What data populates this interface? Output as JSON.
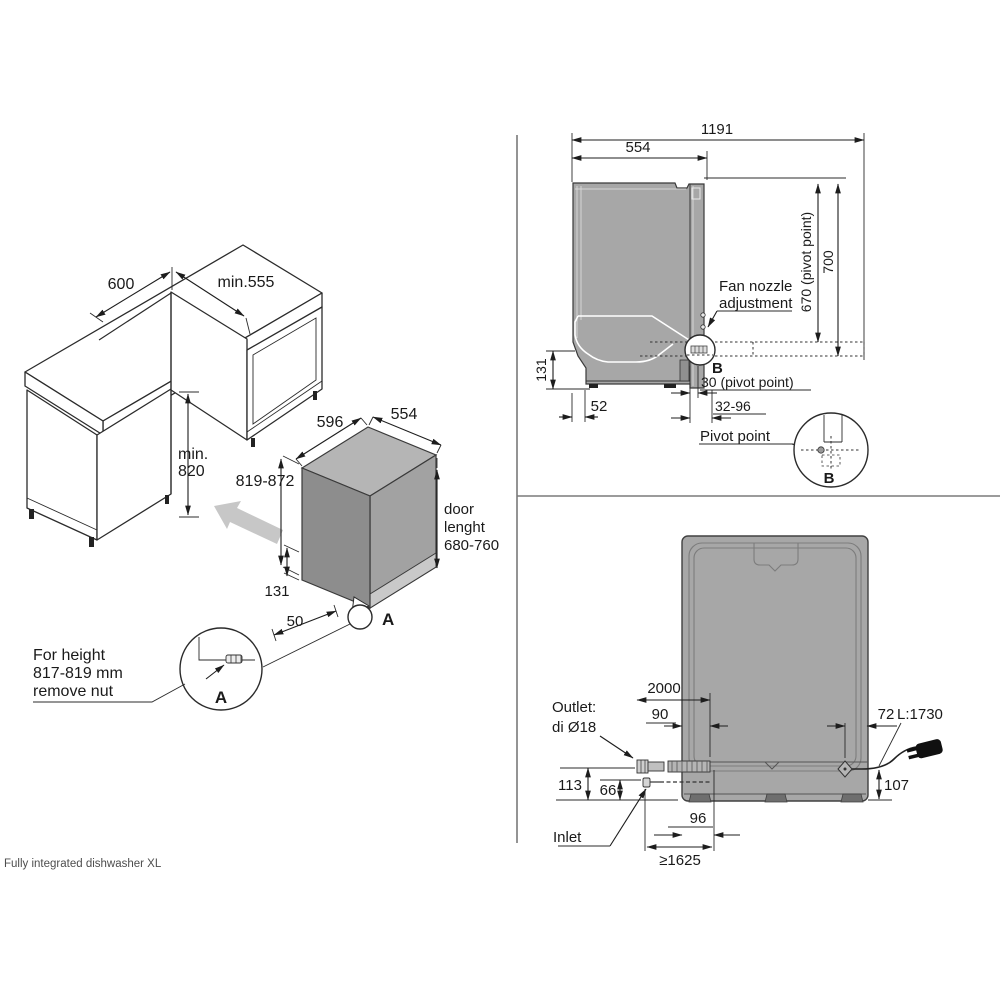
{
  "caption": "Fully integrated dishwasher XL",
  "colors": {
    "line": "#2b2b2b",
    "body_gray": "#a7a7a7",
    "door_gray": "#8d8d8d",
    "top_gray": "#b5b5b5",
    "plinth_gray": "#c9c9c9",
    "arrow_gray": "#c7c7c7"
  },
  "isometric": {
    "dim_cabinet_width": "600",
    "dim_niche_width": "min.555",
    "dim_niche_height": [
      "min.",
      "820"
    ],
    "dim_height_range": "819-872",
    "dim_depth": "596",
    "dim_width": "554",
    "door_length": [
      "door",
      "lenght",
      "680-760"
    ],
    "dim_base_height": "131",
    "dim_foot_offset": "50",
    "detail_marker": "A",
    "detail_circle_marker": "A",
    "note": [
      "For height",
      "817-819 mm",
      "remove nut"
    ]
  },
  "side_view": {
    "dim_total_depth": "1191",
    "dim_body_depth": "554",
    "dim_door_open": "700",
    "dim_pivot_height": "670 (pivot point)",
    "dim_base_height": "131",
    "dim_back_gap": "52",
    "fan_label": [
      "Fan nozzle",
      "adjustment"
    ],
    "detail_marker": "B",
    "dim_pivot_offset": "30 (pivot point)",
    "dim_adjust_range": "32-96",
    "pivot_label": "Pivot point",
    "detail_circle_marker": "B"
  },
  "rear_view": {
    "dim_drain_hose": "2000",
    "dim_outlet_offset": "90",
    "dim_cord_offset": "72",
    "cord_length": "L:1730",
    "outlet_label": [
      "Outlet:",
      "di Ø18"
    ],
    "dim_outlet_height": "113",
    "dim_inlet_height": "66",
    "dim_inlet_offset": "96",
    "inlet_label": "Inlet",
    "dim_min_hose": "≥1625",
    "dim_cord_height": "107"
  }
}
